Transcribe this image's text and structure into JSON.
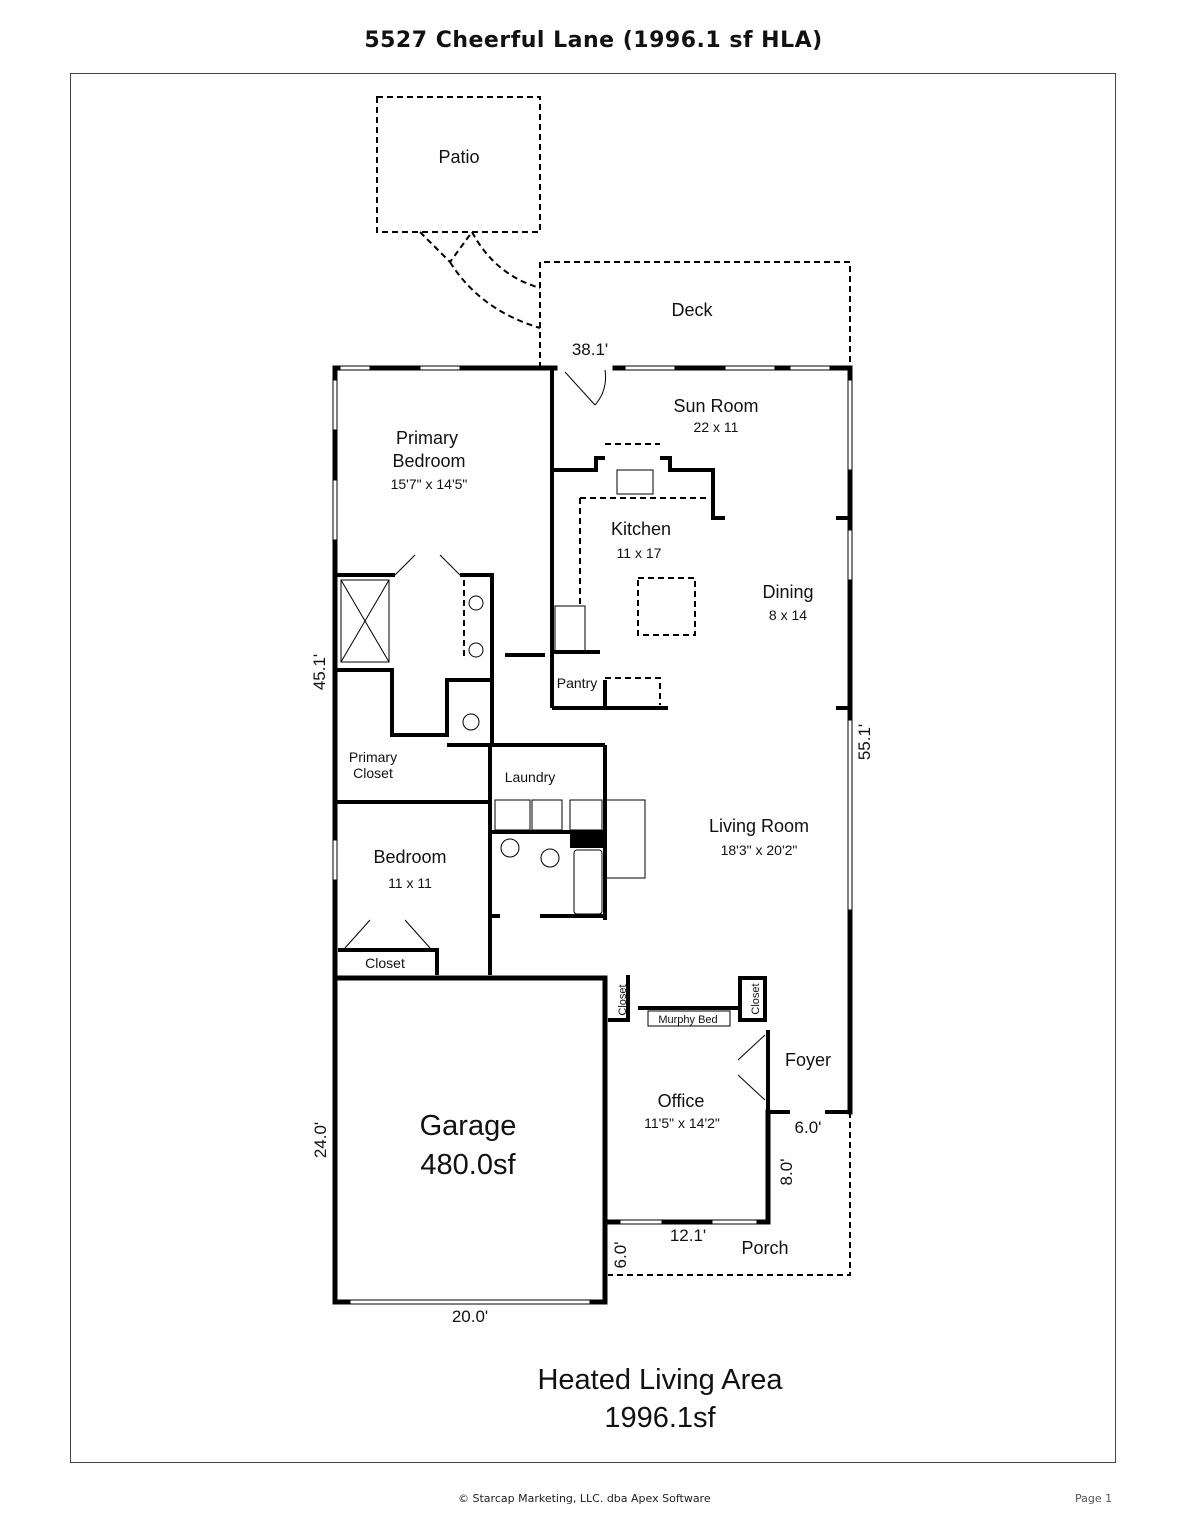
{
  "header": {
    "title": "5527 Cheerful Lane (1996.1 sf HLA)"
  },
  "rooms": {
    "patio": {
      "name": "Patio"
    },
    "deck": {
      "name": "Deck"
    },
    "sun_room": {
      "name": "Sun Room",
      "size": "22 x 11"
    },
    "primary_bedroom": {
      "name_line1": "Primary",
      "name_line2": "Bedroom",
      "size": "15'7\" x 14'5\""
    },
    "kitchen": {
      "name": "Kitchen",
      "size": "11 x 17"
    },
    "dining": {
      "name": "Dining",
      "size": "8 x 14"
    },
    "pantry": {
      "name": "Pantry"
    },
    "primary_closet": {
      "name_line1": "Primary",
      "name_line2": "Closet"
    },
    "laundry": {
      "name": "Laundry"
    },
    "living_room": {
      "name": "Living Room",
      "size": "18'3\" x 20'2\""
    },
    "bedroom": {
      "name": "Bedroom",
      "size": "11 x 11"
    },
    "bedroom_closet": {
      "name": "Closet"
    },
    "hall_closet_left": {
      "name": "Closet"
    },
    "hall_closet_right": {
      "name": "Closet"
    },
    "murphy_bed": {
      "name": "Murphy Bed"
    },
    "foyer": {
      "name": "Foyer"
    },
    "office": {
      "name": "Office",
      "size": "11'5\" x 14'2\""
    },
    "garage": {
      "name": "Garage",
      "area": "480.0sf"
    },
    "porch": {
      "name": "Porch"
    }
  },
  "dimensions": {
    "top_width": "38.1'",
    "left_height": "45.1'",
    "right_height": "55.1'",
    "garage_height": "24.0'",
    "garage_width": "20.0'",
    "office_width": "12.1'",
    "porch_left": "6.0'",
    "porch_depth": "8.0'",
    "foyer_width": "6.0'"
  },
  "summary": {
    "label": "Heated Living Area",
    "area": "1996.1sf"
  },
  "footer": {
    "copyright": "© Starcap Marketing, LLC. dba Apex Software",
    "page": "Page 1"
  }
}
